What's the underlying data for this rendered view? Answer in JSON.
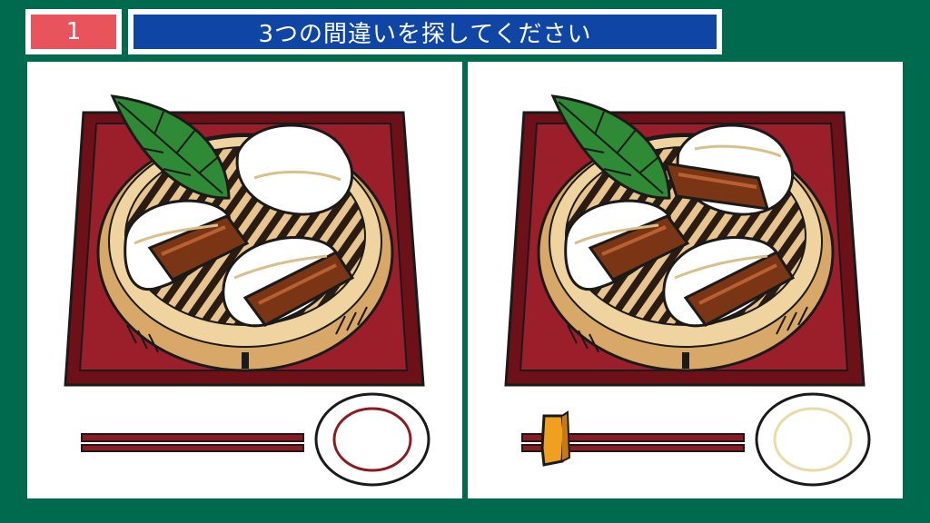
{
  "header": {
    "puzzle_number": "1",
    "instruction": "3つの間違いを探してください"
  },
  "colors": {
    "background": "#006a4e",
    "badge": "#e8535c",
    "title_bar": "#0f46a6",
    "tray": "#8b1a22",
    "bamboo": "#e6c08c",
    "bun": "#ffffff",
    "pork": "#7a3514",
    "leaf": "#2f8a35",
    "chopstick_rest": "#f0a020",
    "dish_ring_left": "#8b1a22",
    "dish_ring_right": "#ecd9a8"
  },
  "panels": [
    {
      "name": "original",
      "buns_with_pork": 2,
      "chopstick_rest": false,
      "dish_ring_color": "#8b1a22"
    },
    {
      "name": "altered",
      "buns_with_pork": 3,
      "chopstick_rest": true,
      "dish_ring_color": "#ecd9a8"
    }
  ]
}
